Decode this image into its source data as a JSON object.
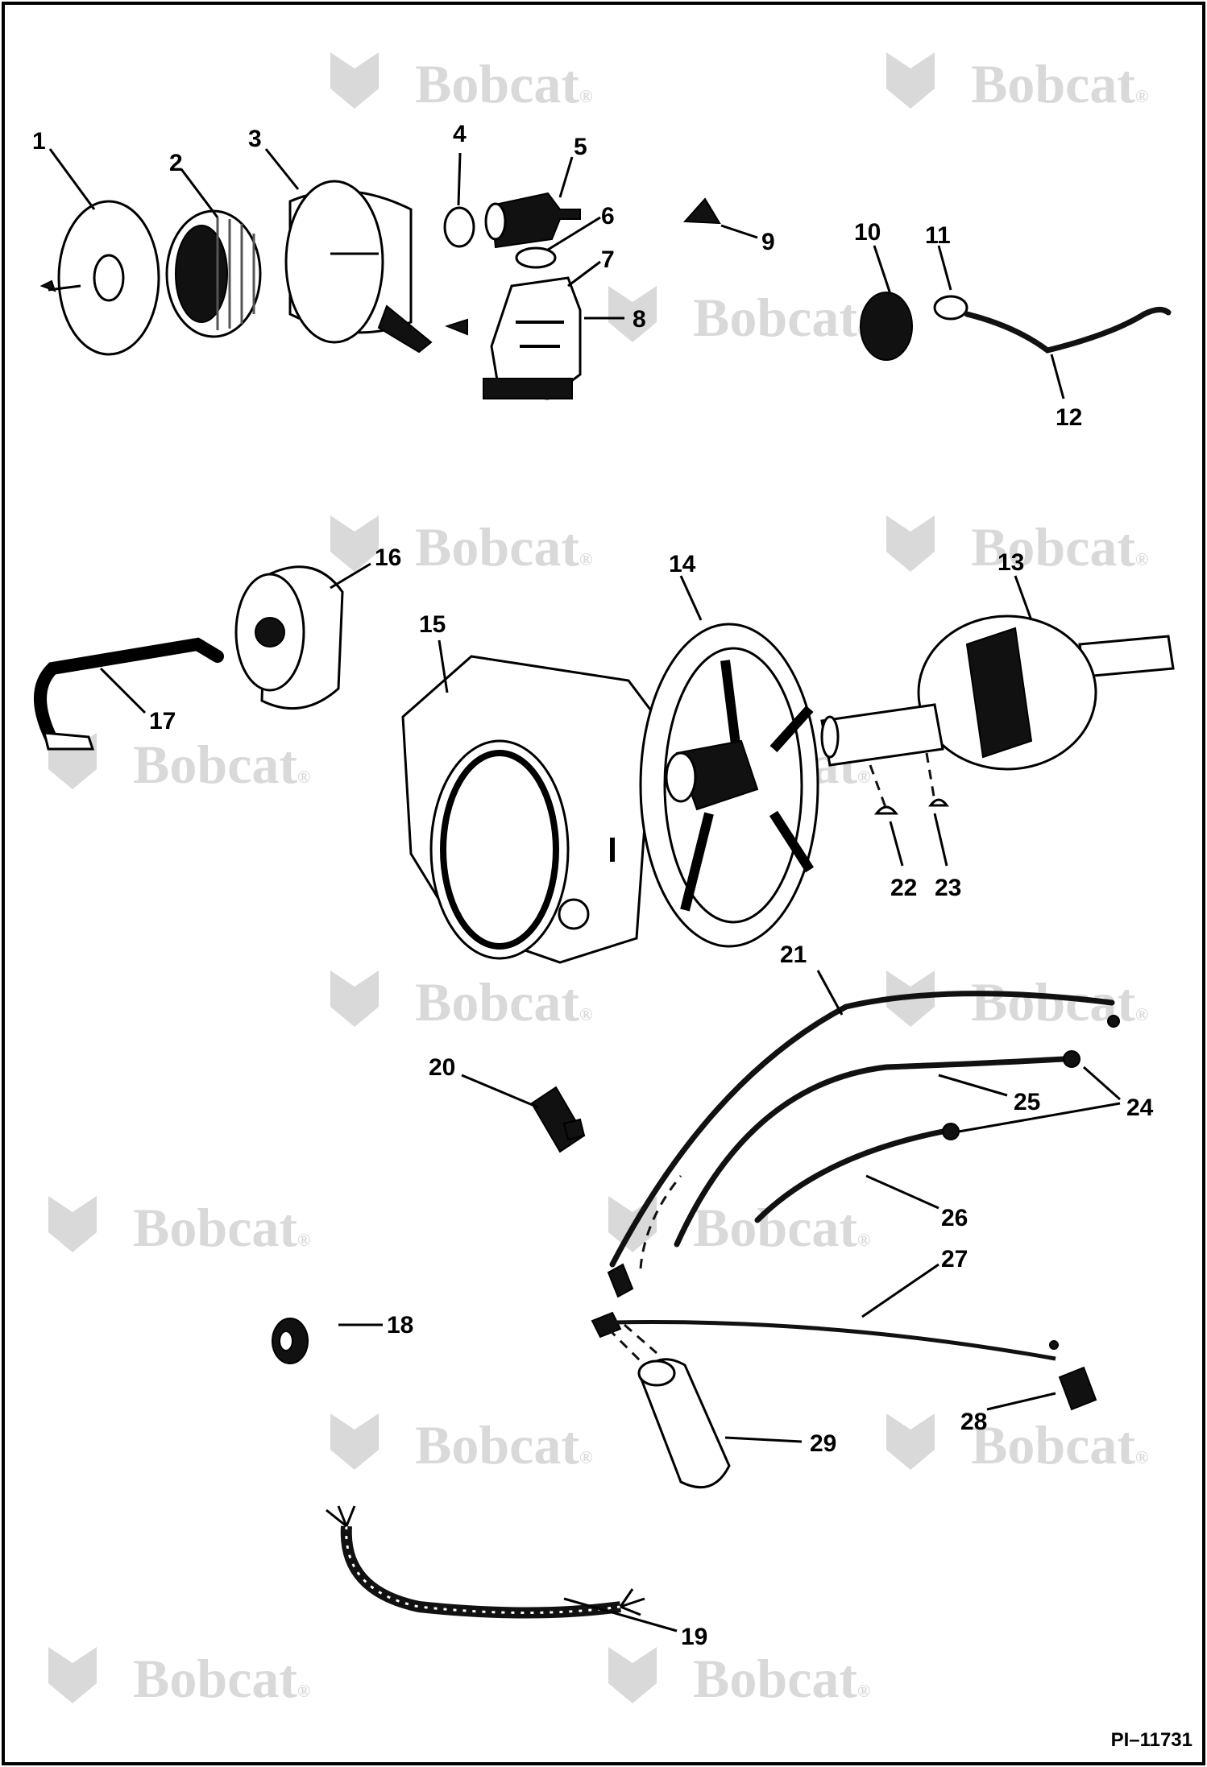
{
  "diagram": {
    "document_id": "PI–11731",
    "watermark": {
      "text": "Bobcat",
      "registered_mark": "®"
    },
    "callouts": [
      "1",
      "2",
      "3",
      "4",
      "5",
      "6",
      "7",
      "8",
      "9",
      "10",
      "11",
      "12",
      "13",
      "14",
      "15",
      "16",
      "17",
      "18",
      "19",
      "20",
      "21",
      "22",
      "23",
      "24",
      "25",
      "26",
      "27",
      "28",
      "29"
    ],
    "colors": {
      "ink": "#000000",
      "paper": "#ffffff",
      "watermark": "#d9d9d9"
    }
  }
}
